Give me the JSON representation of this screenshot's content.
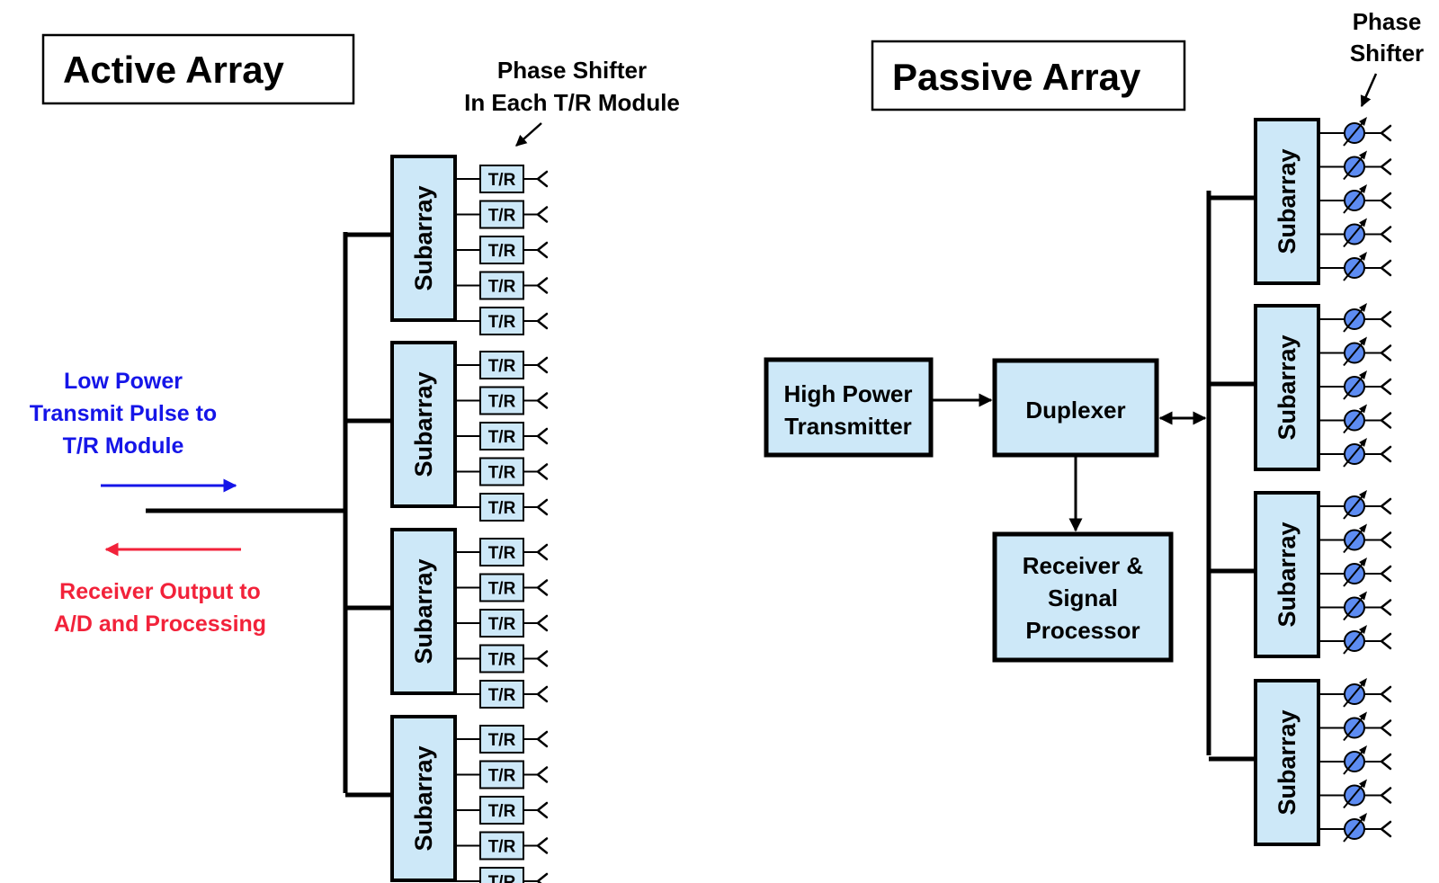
{
  "active": {
    "title": "Active Array",
    "phase_label": [
      "Phase Shifter",
      "In Each T/R Module"
    ],
    "subarray_label": "Subarray",
    "tr_label": "T/R",
    "subarray_count": 4,
    "elements_per_subarray": 5,
    "transmit_label": [
      "Low Power",
      "Transmit Pulse to",
      "T/R Module"
    ],
    "receive_label": [
      "Receiver Output to",
      "A/D and Processing"
    ]
  },
  "passive": {
    "title": "Passive Array",
    "phase_label": [
      "Phase",
      "Shifter"
    ],
    "subarray_label": "Subarray",
    "subarray_count": 4,
    "elements_per_subarray": 5,
    "transmitter_label": [
      "High Power",
      "Transmitter"
    ],
    "duplexer_label": "Duplexer",
    "receiver_label": [
      "Receiver &",
      "Signal",
      "Processor"
    ]
  },
  "colors": {
    "box_fill": "#cde8f8",
    "phase_shifter_fill": "#5d8cf2",
    "transmit_arrow": "#1515e8",
    "receive_arrow": "#f2223a"
  }
}
